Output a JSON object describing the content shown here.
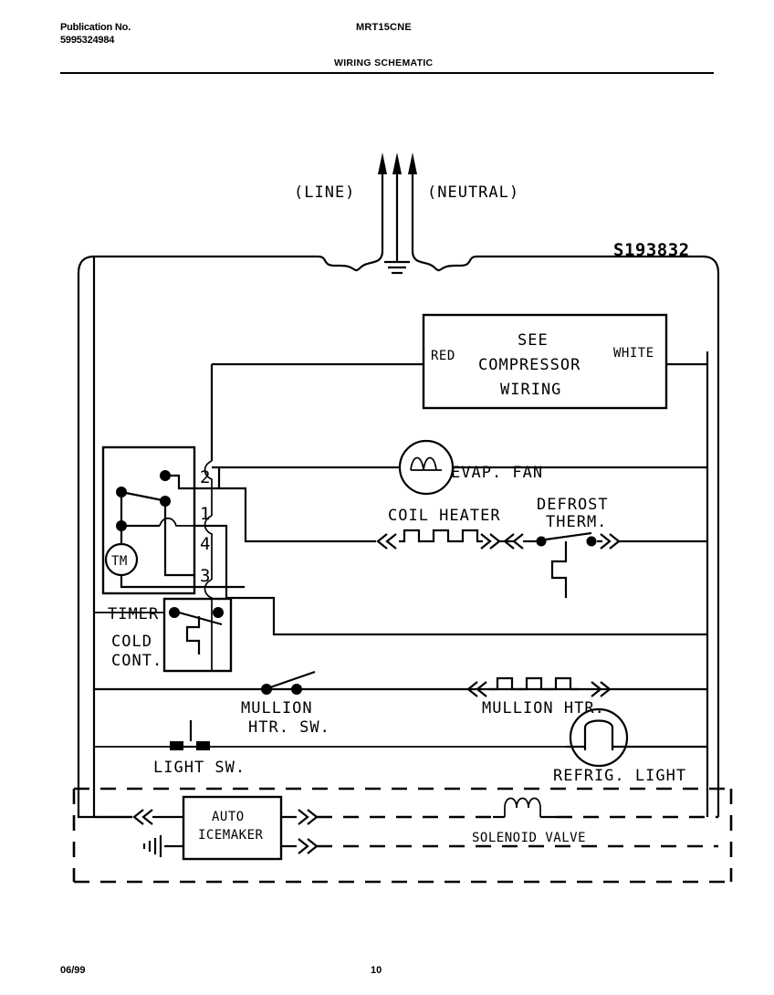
{
  "header": {
    "publication_label": "Publication No.",
    "publication_number": "5995324984",
    "model": "MRT15CNE",
    "subtitle": "WIRING SCHEMATIC"
  },
  "footer": {
    "date": "06/99",
    "page_number": "10"
  },
  "diagram": {
    "drawing_id": "S193832",
    "supply": {
      "line_label": "(LINE)",
      "neutral_label": "(NEUTRAL)",
      "ground_icon": "earth-ground-icon"
    },
    "compressor_box": {
      "line1": "SEE",
      "line2": "COMPRESSOR",
      "line3": "WIRING",
      "left_wire_color": "RED",
      "right_wire_color": "WHITE"
    },
    "components": [
      {
        "id": "timer",
        "label": "TIMER",
        "icon": "timer-motor-icon",
        "motor_label": "TM"
      },
      {
        "id": "cold-control",
        "label": "COLD\nCONT.",
        "line1": "COLD",
        "line2": "CONT."
      },
      {
        "id": "evap-fan",
        "label": "EVAP. FAN",
        "icon": "motor-coil-icon"
      },
      {
        "id": "coil-heater",
        "label": "COIL HEATER",
        "icon": "heater-element-icon"
      },
      {
        "id": "defrost-therm",
        "label": "DEFROST\nTHERM.",
        "line1": "DEFROST",
        "line2": "THERM."
      },
      {
        "id": "mullion-htr-sw",
        "label": "MULLION\nHTR. SW.",
        "line1": "MULLION",
        "line2": "HTR. SW."
      },
      {
        "id": "mullion-htr",
        "label": "MULLION HTR.",
        "icon": "heater-element-icon"
      },
      {
        "id": "light-sw",
        "label": "LIGHT SW.",
        "icon": "pushbutton-switch-icon"
      },
      {
        "id": "refrig-light",
        "label": "REFRIG. LIGHT",
        "icon": "lamp-icon"
      },
      {
        "id": "auto-icemaker",
        "label": "AUTO\nICEMAKER",
        "line1": "AUTO",
        "line2": "ICEMAKER"
      },
      {
        "id": "solenoid-valve",
        "label": "SOLENOID VALVE",
        "icon": "solenoid-coil-icon"
      }
    ],
    "timer_terminals": [
      "2",
      "1",
      "4",
      "3"
    ]
  }
}
